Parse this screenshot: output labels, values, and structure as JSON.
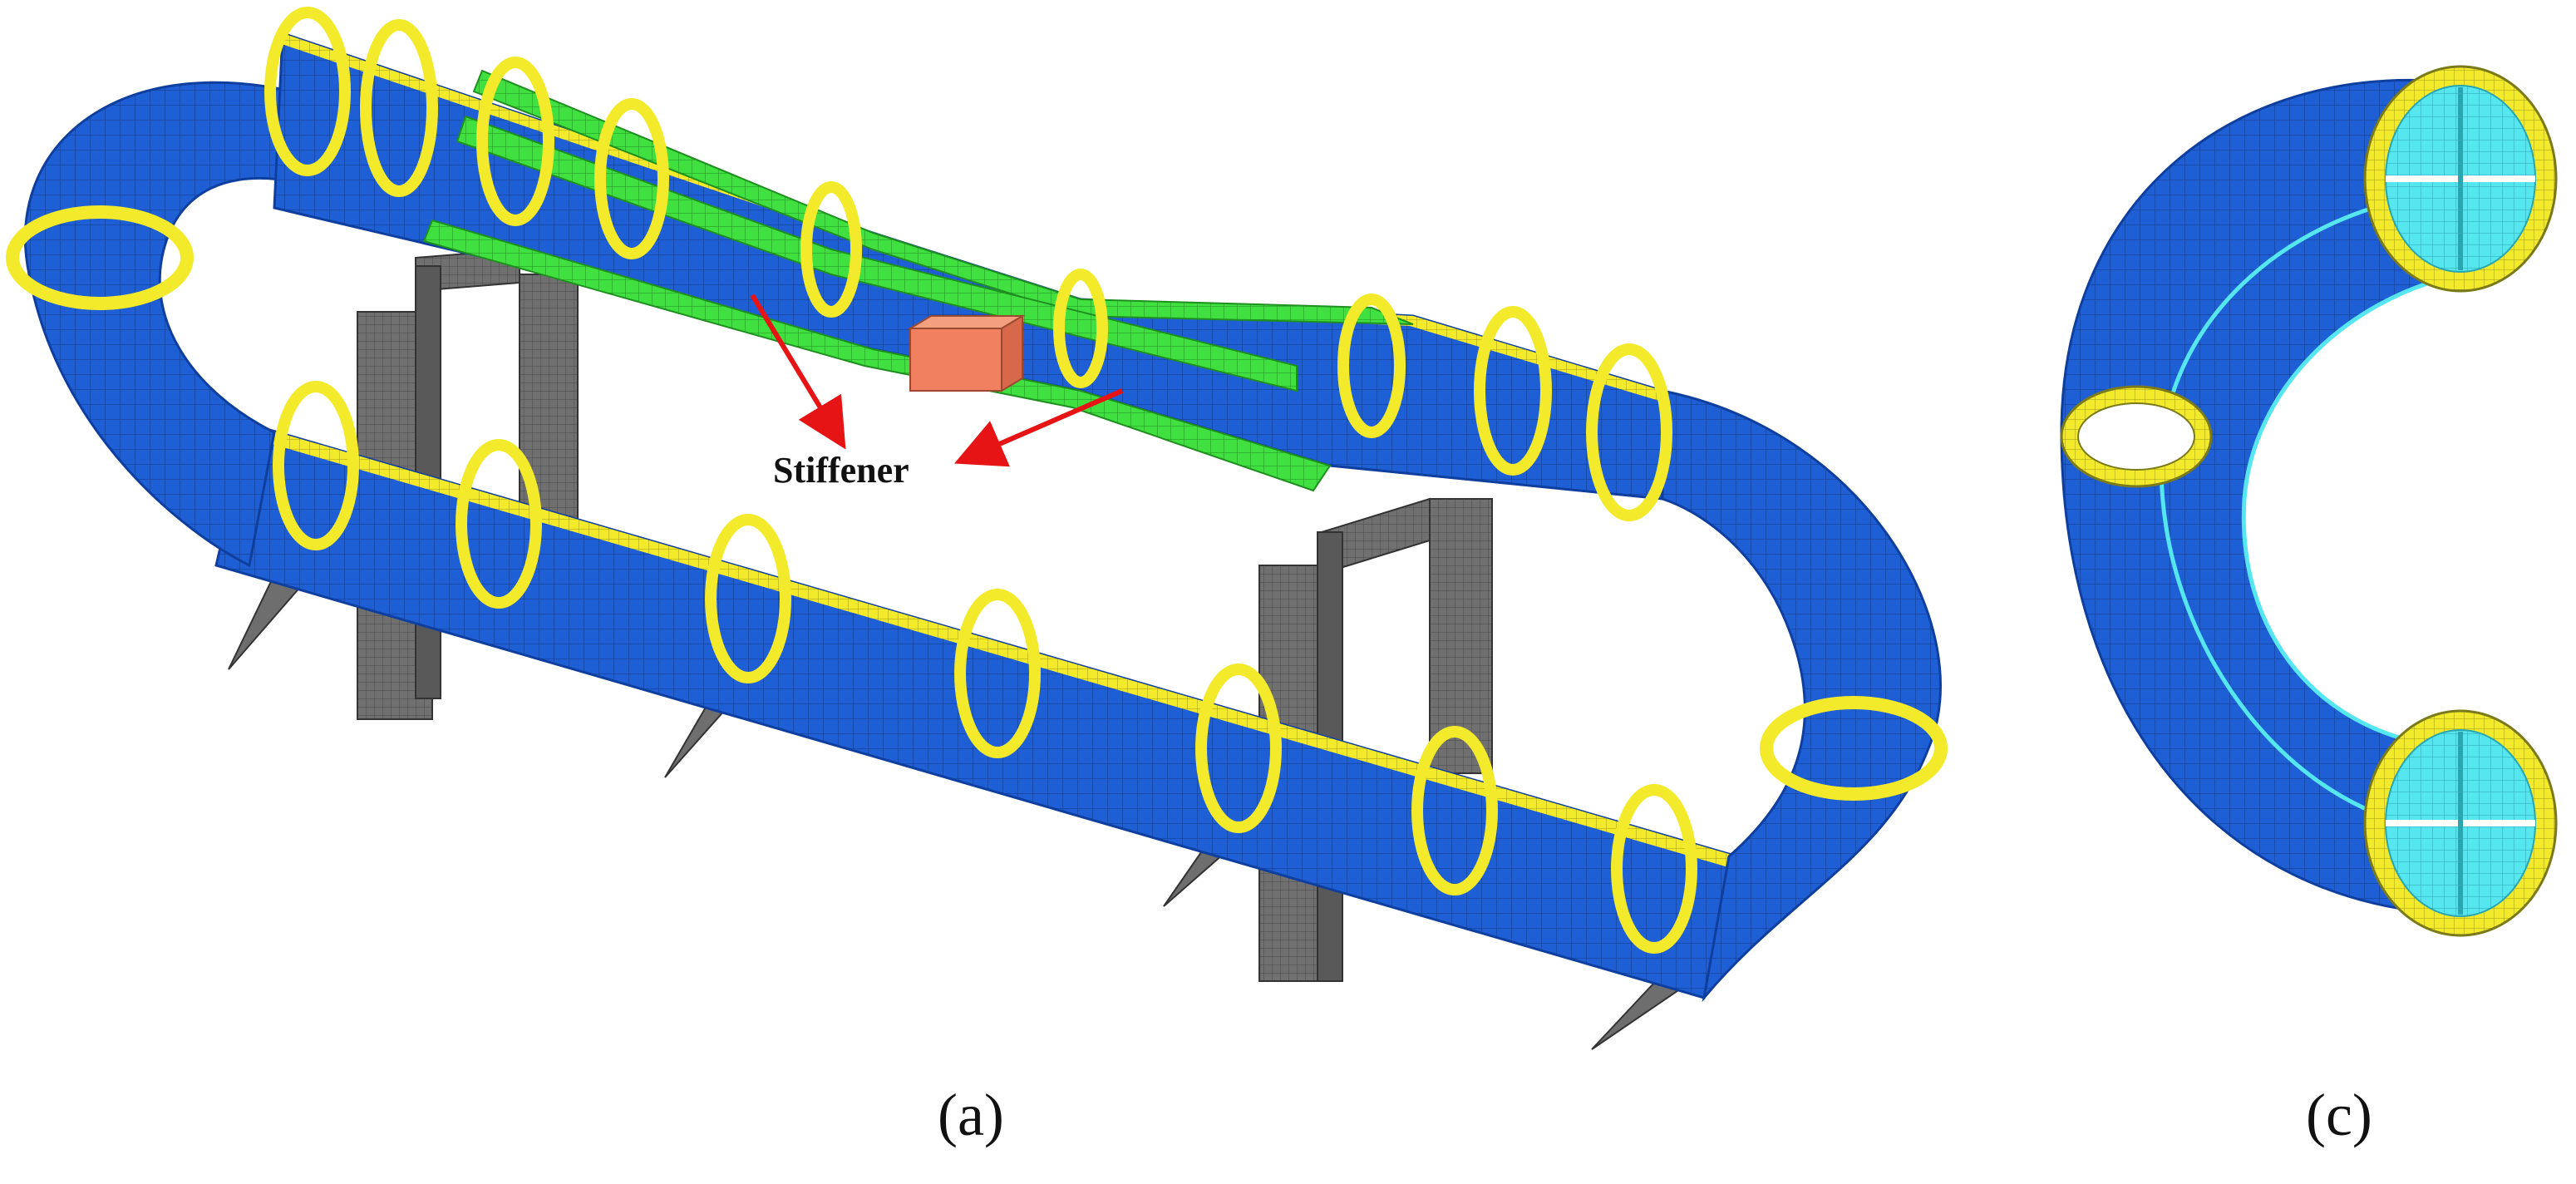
{
  "annotations": {
    "stiffener_label": "Stiffener"
  },
  "panels": {
    "a": {
      "label": "(a)"
    },
    "c": {
      "label": "(c)"
    }
  },
  "colors": {
    "pipe": "#1f5fd6",
    "pipe_dark": "#0f3f9e",
    "ring": "#f2ea2a",
    "ring_edge": "#7a7a1a",
    "stiffener": "#3fe03f",
    "support": "#6e6e6e",
    "block": "#f08060",
    "inner": "#55e6f0",
    "arrow": "#e61414"
  }
}
